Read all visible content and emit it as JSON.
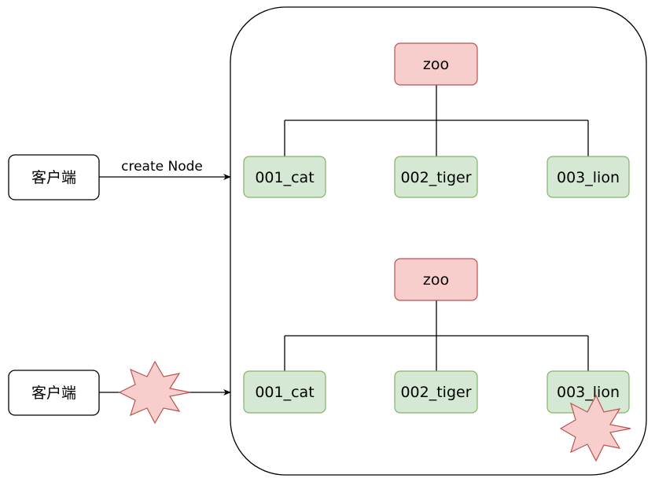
{
  "colors": {
    "root_fill": "#f8cecc",
    "root_stroke": "#b85450",
    "child_fill": "#d5e8d4",
    "child_stroke": "#82b366",
    "client_fill": "#ffffff",
    "client_stroke": "#000000",
    "explosion_fill": "#f8cecc",
    "explosion_stroke": "#b85450"
  },
  "client_top": {
    "label": "客户端"
  },
  "client_bottom": {
    "label": "客户端"
  },
  "arrow_top": {
    "label": "create Node"
  },
  "tree_top": {
    "root": "zoo",
    "children": [
      "001_cat",
      "002_tiger",
      "003_lion"
    ]
  },
  "tree_bottom": {
    "root": "zoo",
    "children": [
      "001_cat",
      "002_tiger",
      "003_lion"
    ]
  },
  "icons": {
    "failure_on_connection": "explosion-icon",
    "failure_on_node": "explosion-icon"
  }
}
